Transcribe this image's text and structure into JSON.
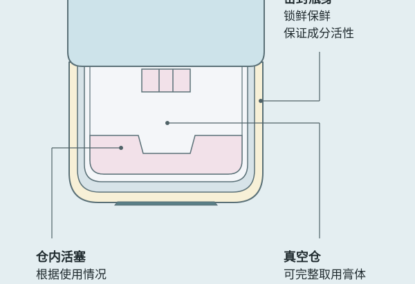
{
  "callouts": {
    "seal": {
      "title": "密封瓶身",
      "lines": [
        "锁鲜保鲜",
        "保证成分活性"
      ]
    },
    "piston": {
      "title": "仓内活塞",
      "lines": [
        "根据使用情况"
      ]
    },
    "vacuum": {
      "title": "真空仓",
      "lines": [
        "可完整取用膏体"
      ]
    }
  },
  "colors": {
    "background": "#e4eef1",
    "cap": "#cde3ea",
    "outline": "#5a7077",
    "body_cream": "#f7f0d7",
    "inner_chamber": "#f4f6f9",
    "piston_pink": "#f2e1e9",
    "leader_line": "#4f6267"
  }
}
